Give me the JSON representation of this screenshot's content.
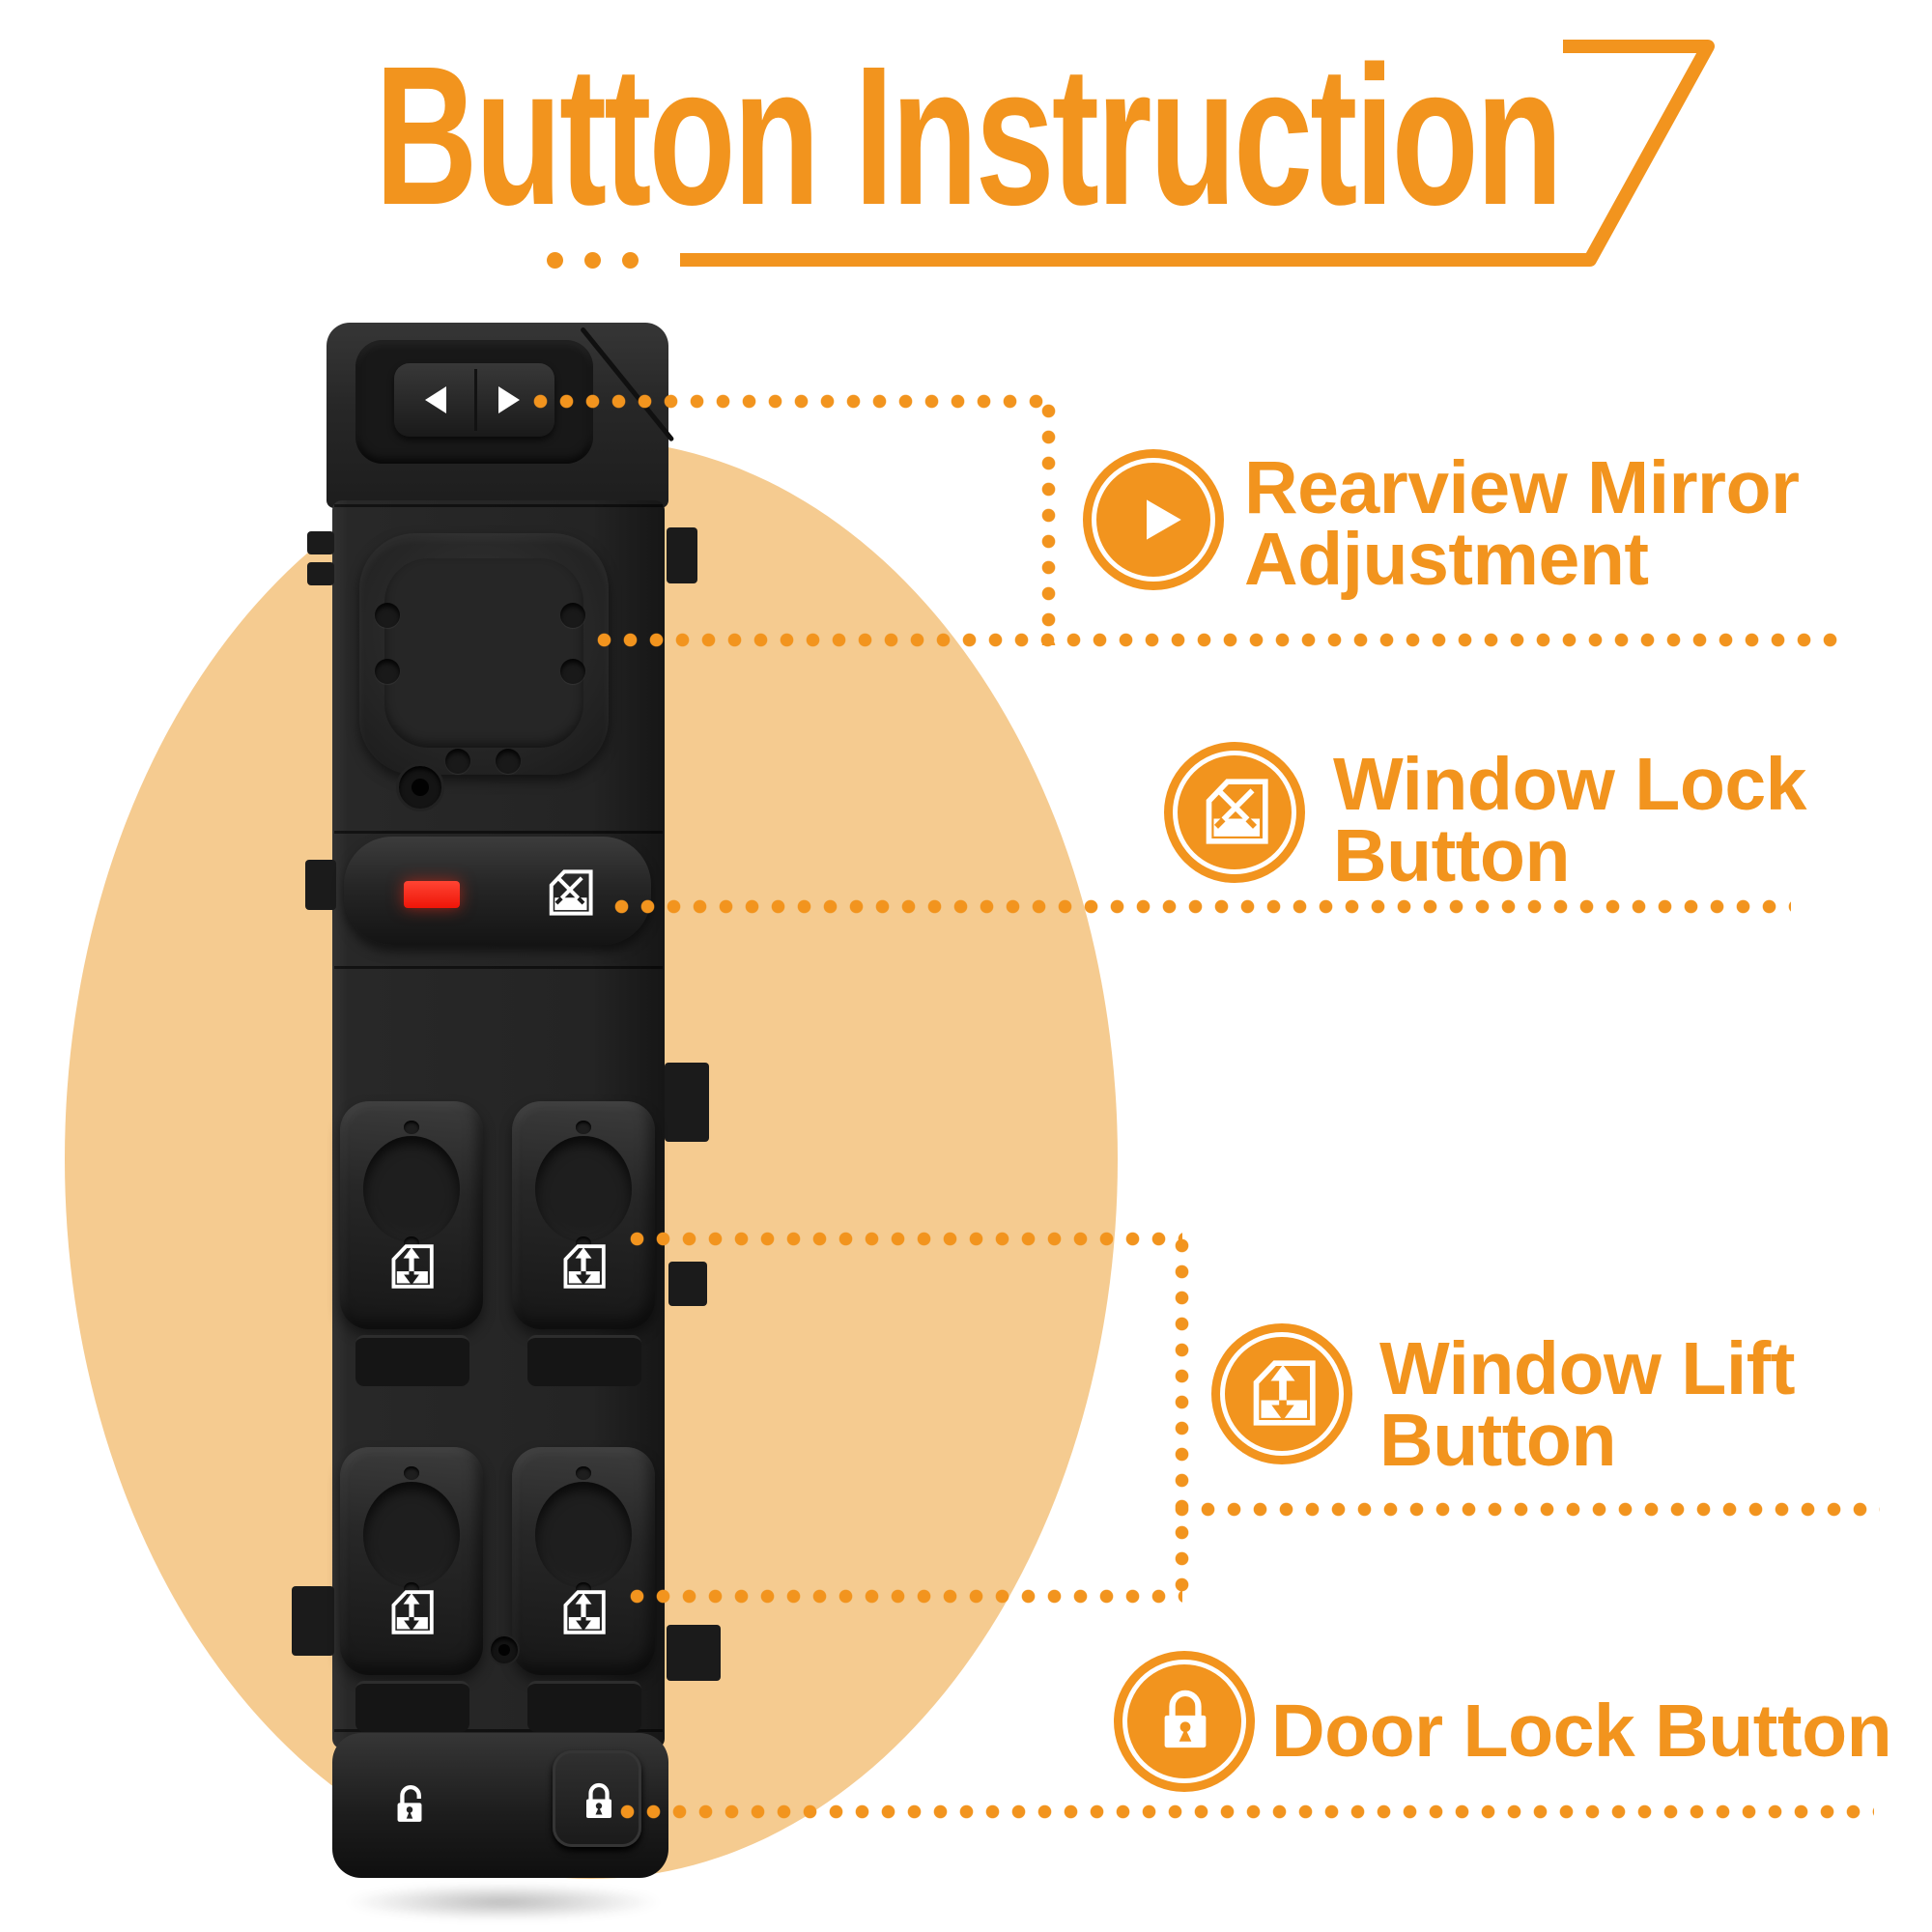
{
  "title": "Button Instruction",
  "colors": {
    "accent": "#F2941E",
    "peach": "#F5CB90",
    "panel_black": "#232323",
    "red_indicator": "#EE1508",
    "background": "#FFFFFF",
    "icon_white": "#FFFFFF"
  },
  "callouts": [
    {
      "name": "rearview-mirror-adjustment",
      "icon": "play-icon",
      "line1": "Rearview Mirror",
      "line2": "Adjustment"
    },
    {
      "name": "window-lock-button",
      "icon": "window-lock-icon",
      "line1": "Window Lock",
      "line2": "Button"
    },
    {
      "name": "window-lift-button",
      "icon": "window-lift-icon",
      "line1": "Window Lift",
      "line2": "Button"
    },
    {
      "name": "door-lock-button",
      "icon": "door-lock-icon",
      "line1": "Door Lock Button",
      "line2": ""
    }
  ],
  "panel": {
    "name": "master-power-window-switch",
    "buttons": [
      "mirror-selector-switch",
      "mirror-adjustment-pad",
      "window-lock-switch",
      "front-left-window-lift-switch",
      "front-right-window-lift-switch",
      "rear-left-window-lift-switch",
      "rear-right-window-lift-switch",
      "door-unlock-button",
      "door-lock-button"
    ]
  }
}
